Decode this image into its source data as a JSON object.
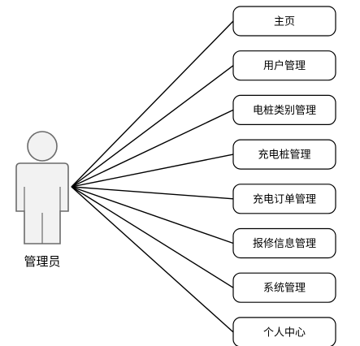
{
  "actor": {
    "label": "管理员"
  },
  "use_cases": [
    {
      "label": "主页"
    },
    {
      "label": "用户管理"
    },
    {
      "label": "电桩类别管理"
    },
    {
      "label": "充电桩管理"
    },
    {
      "label": "充电订单管理"
    },
    {
      "label": "报修信息管理"
    },
    {
      "label": "系统管理"
    },
    {
      "label": "个人中心"
    }
  ],
  "colors": {
    "actor_fill": "#f2f2f2",
    "actor_stroke": "#6b6b6b",
    "line": "#000000",
    "box_stroke": "#000000",
    "background": "#ffffff"
  }
}
